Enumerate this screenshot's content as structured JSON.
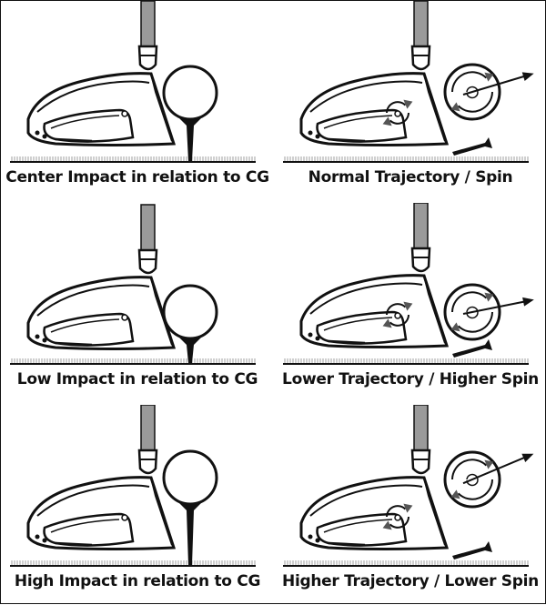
{
  "panels": [
    {
      "caption": "Center Impact in relation to CG"
    },
    {
      "caption": "Normal Trajectory / Spin"
    },
    {
      "caption": "Low Impact in relation to CG"
    },
    {
      "caption": "Lower Trajectory / Higher Spin"
    },
    {
      "caption": "High Impact in relation to CG"
    },
    {
      "caption": "Higher Trajectory / Lower Spin"
    }
  ],
  "colors": {
    "ink": "#111111",
    "shaft": "#9a9a9a",
    "spin_arrow": "#555555",
    "tee_shadow": "#222222"
  }
}
